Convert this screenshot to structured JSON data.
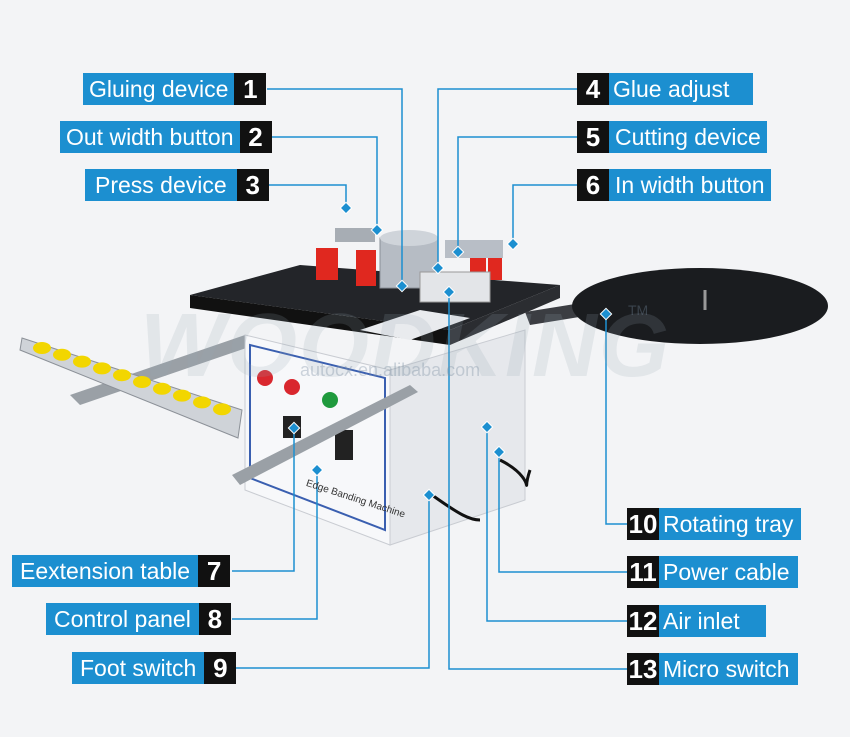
{
  "callouts": {
    "left": [
      {
        "num": "1",
        "label": "Gluing device"
      },
      {
        "num": "2",
        "label": "Out width button"
      },
      {
        "num": "3",
        "label": "Press device"
      },
      {
        "num": "7",
        "label": "Eextension  table"
      },
      {
        "num": "8",
        "label": "Control  panel"
      },
      {
        "num": "9",
        "label": "Foot switch"
      }
    ],
    "right": [
      {
        "num": "4",
        "label": "Glue adjust"
      },
      {
        "num": "5",
        "label": "Cutting device"
      },
      {
        "num": "6",
        "label": "In width button"
      },
      {
        "num": "10",
        "label": "Rotating tray"
      },
      {
        "num": "11",
        "label": "Power cable"
      },
      {
        "num": "12",
        "label": "Air inlet"
      },
      {
        "num": "13",
        "label": "Micro switch"
      }
    ]
  },
  "machine": {
    "plate_text": "Edge Banding Machine",
    "brand_text": "WOODKING",
    "watermark": "autocx.en.alibaba.com",
    "tm": "TM"
  },
  "colors": {
    "label_bg": "#1c8fd0",
    "number_bg": "#111111",
    "leader_line": "#1c8fd0",
    "roller": "#f2d600"
  }
}
